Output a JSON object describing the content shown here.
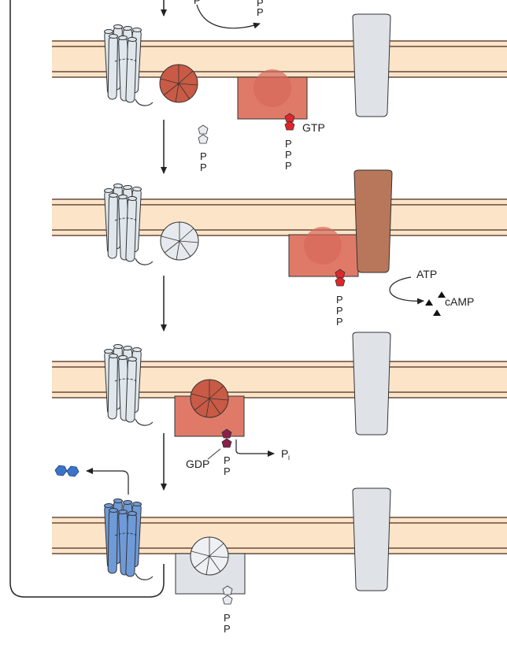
{
  "colors": {
    "membrane_fill": "#fbe4c8",
    "membrane_line": "#6b4a3a",
    "receptor_inactive": "#dfe6ec",
    "receptor_active": "#6f9ad8",
    "g_alpha_active": "#e07a68",
    "g_beta_gamma_active": "#c95a45",
    "effector_inactive": "#dfe3e8",
    "effector_active": "#b8775a",
    "gtp": "#e0262a",
    "gdp": "#8a1f4a",
    "ligand": "#3b73c8"
  },
  "labels": {
    "gtp": "GTP",
    "atp": "ATP",
    "camp": "cAMP",
    "gdp": "GDP",
    "pi": "P",
    "pi_sub": "i",
    "p": "P"
  }
}
